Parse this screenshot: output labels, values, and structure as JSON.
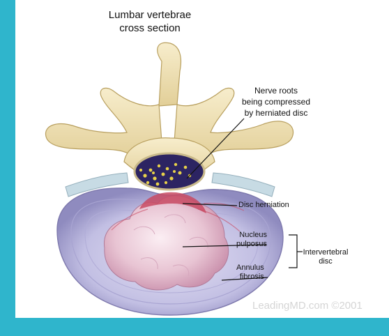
{
  "title": {
    "line1": "Lumbar vertebrae",
    "line2": "cross section"
  },
  "labels": {
    "nerve_roots": {
      "line1": "Nerve roots",
      "line2": "being compressed",
      "line3": "by herniated disc"
    },
    "disc_herniation": "Disc herniation",
    "nucleus_pulposus": {
      "line1": "Nucleus",
      "line2": "pulposus"
    },
    "annulus_fibrosis": {
      "line1": "Annulus",
      "line2": "fibrosis"
    },
    "intervertebral_disc": {
      "line1": "Intervertebral",
      "line2": "disc"
    }
  },
  "watermark": "LeadingMD.com ©2001",
  "colors": {
    "frame": "#2fb5cc",
    "bone": "#f0e2b6",
    "disc": "#b9b6dc",
    "nucleus": "#e9c6d4",
    "herniation": "#c84a63",
    "spinal_canal": "#2c2462",
    "nerve_roots": "#e8d24a"
  }
}
